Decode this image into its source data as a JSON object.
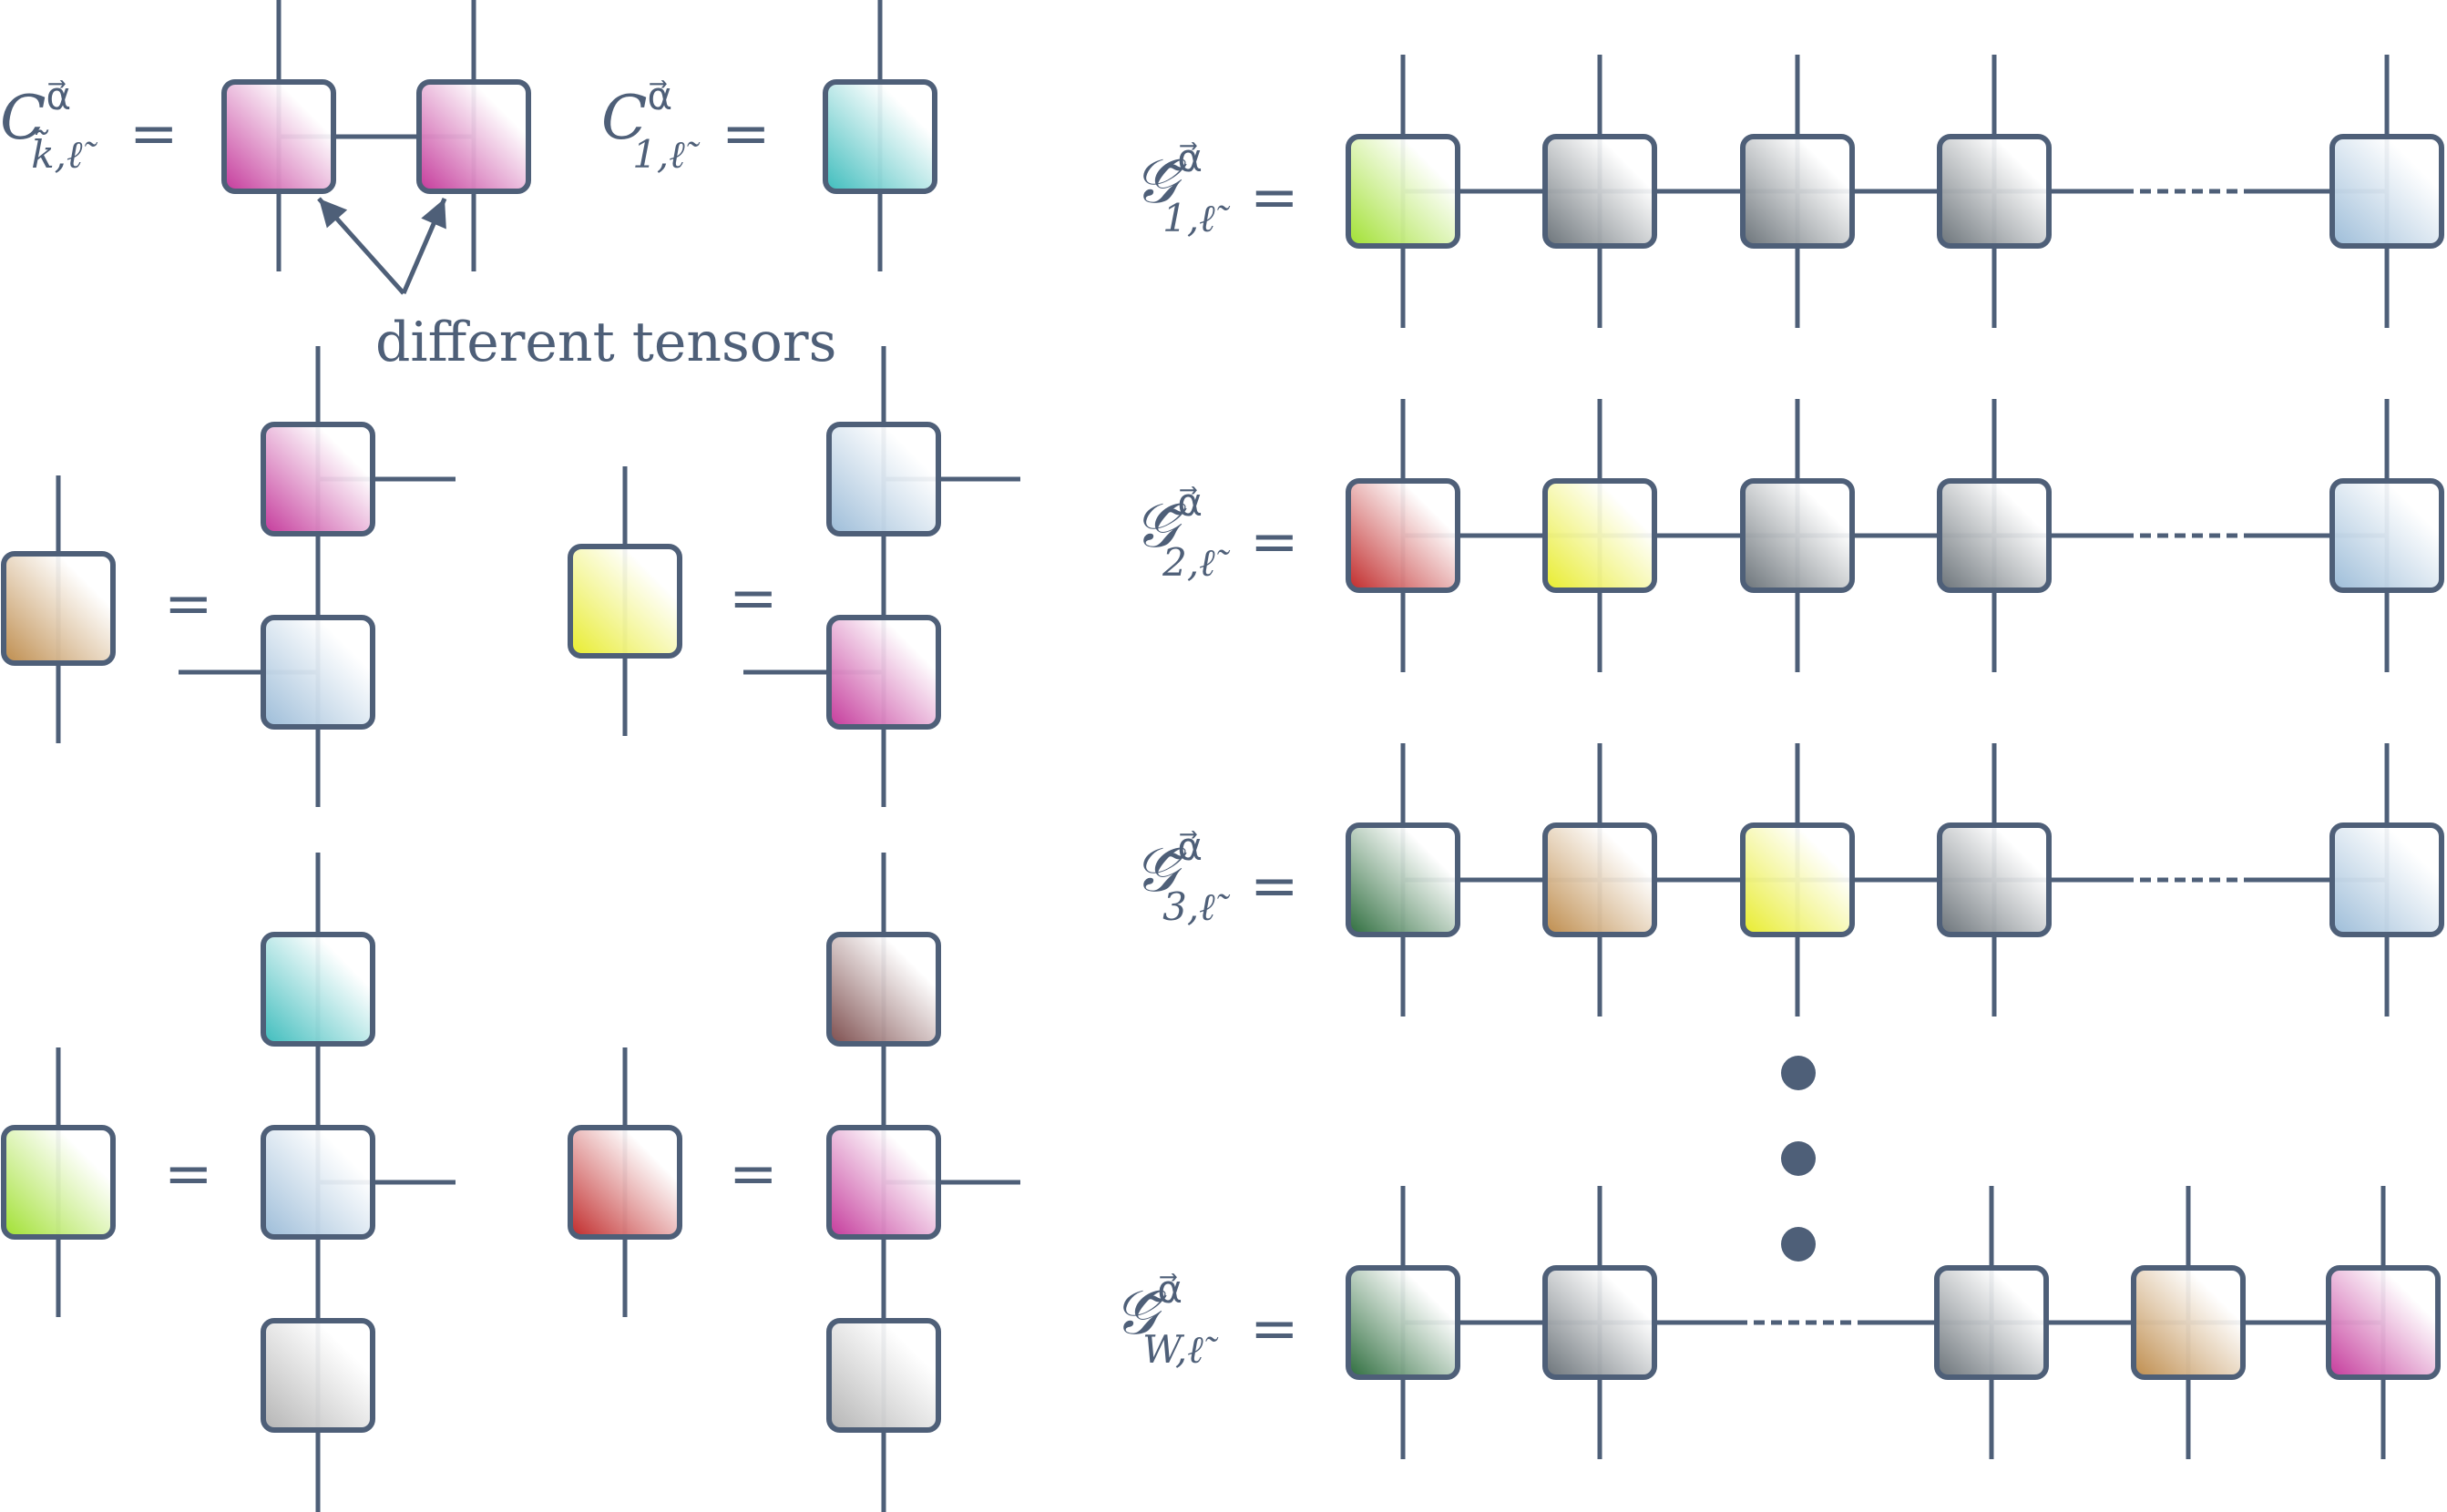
{
  "colors": {
    "line": "#4e5f78",
    "magenta": "#c4389a",
    "teal": "#3cbcbc",
    "lightblue": "#9cbcd8",
    "tan": "#be8c4c",
    "yellow": "#e8ec2c",
    "lime": "#a0e030",
    "red": "#c02828",
    "rose": "#7c4c4c",
    "lightgray": "#b4b4b4",
    "gray": "#6a7278",
    "darkgreen": "#2c6c3c"
  },
  "labels": {
    "c_k_name": "C",
    "c_k_sup": "α⃗",
    "c_k_sub": "k̃,ℓ̃",
    "c_1_name": "C",
    "c_1_sup": "α⃗",
    "c_1_sub": "1,ℓ̃",
    "equals": "=",
    "different_tensors": "different tensors",
    "g_name": "𝒢̃",
    "g_sup": "α⃗",
    "g1_sub": "1,ℓ̃",
    "g2_sub": "2,ℓ̃",
    "g3_sub": "3,ℓ̃",
    "gw_sub": "W,ℓ̃"
  },
  "rows": {
    "g1": [
      "lime",
      "gray",
      "gray",
      "gray",
      "lightblue"
    ],
    "g2": [
      "red",
      "yellow",
      "gray",
      "gray",
      "lightblue"
    ],
    "g3": [
      "darkgreen",
      "tan",
      "yellow",
      "gray",
      "lightblue"
    ],
    "gw": [
      "darkgreen",
      "gray",
      "gray",
      "tan",
      "magenta"
    ]
  }
}
